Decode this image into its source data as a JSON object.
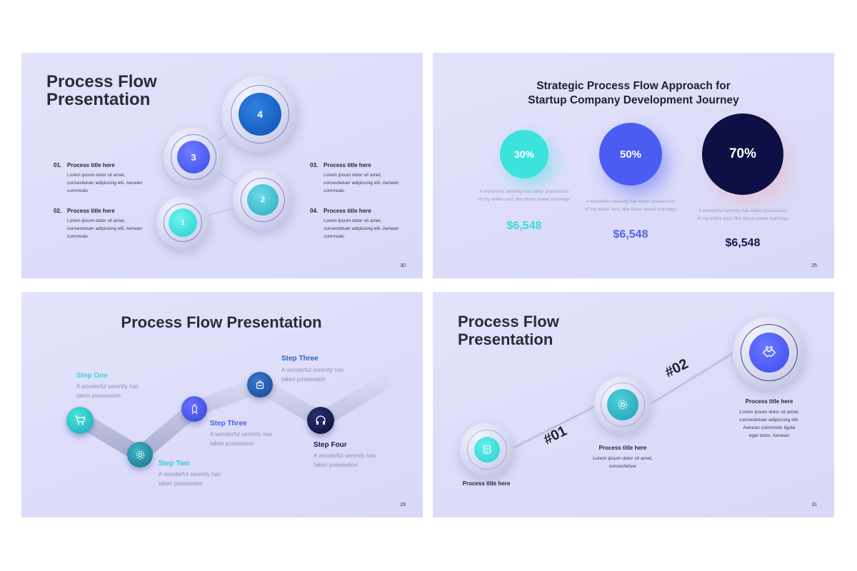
{
  "slide_a": {
    "title_line1": "Process Flow",
    "title_line2": "Presentation",
    "circles": [
      "1",
      "2",
      "3",
      "4"
    ],
    "items": [
      {
        "num": "01.",
        "title": "Process title here",
        "body": "Lorem ipsum dolor sit amet, consectetuer adipiscing elit. Aenean commodo"
      },
      {
        "num": "02.",
        "title": "Process title here",
        "body": "Lorem ipsum dolor sit amet, consectetuer adipiscing elit. Aenean commodo"
      },
      {
        "num": "03.",
        "title": "Process title here",
        "body": "Lorem ipsum dolor sit amet, consectetuer adipiscing elit. Aenean commodo"
      },
      {
        "num": "04.",
        "title": "Process title here",
        "body": "Lorem ipsum dolor sit amet, consectetuer adipiscing elit. Aenean commodo"
      }
    ],
    "page": "30"
  },
  "slide_b": {
    "title_line1": "Strategic Process Flow Approach for",
    "title_line2": "Startup Company Development Journey",
    "stats": [
      {
        "pct": "30%",
        "desc": "A wonderful serenity has taken possession of my entire soul, like these sweet mornings",
        "amount": "$6,548",
        "color": "#3be3dc",
        "amount_color": "#37dcd3"
      },
      {
        "pct": "50%",
        "desc": "A wonderful serenity has taken possession of my entire soul, like these sweet mornings",
        "amount": "$6,548",
        "color": "#4b5cf2",
        "amount_color": "#5360e8"
      },
      {
        "pct": "70%",
        "desc": "A wonderful serenity has taken possession of my entire soul, like these sweet mornings",
        "amount": "$6,548",
        "color": "#0d0f45",
        "amount_color": "#171a4e"
      }
    ],
    "page": "25"
  },
  "slide_c": {
    "title": "Process Flow Presentation",
    "steps": [
      {
        "title": "Step One",
        "body": "A wonderful serenity has taken possession",
        "color": "#3fd2d2",
        "icon": "cart-icon"
      },
      {
        "title": "Step Two",
        "body": "A wonderful serenity has taken possession",
        "color": "#3ec4d6",
        "icon": "gear-icon"
      },
      {
        "title": "Step Three",
        "body": "A wonderful serenity has taken possession",
        "color": "#4a58ea",
        "icon": "rocket-icon"
      },
      {
        "title": "Step Three",
        "body": "A wonderful serenity has taken possession",
        "color": "#2a63b8",
        "icon": "bag-icon"
      },
      {
        "title": "Step Four",
        "body": "A wonderful serenity has taken possession",
        "color": "#161a4f",
        "icon": "headphones-icon"
      }
    ],
    "page": "29"
  },
  "slide_d": {
    "title_line1": "Process Flow",
    "title_line2": "Presentation",
    "hash1": "#01",
    "hash2": "#02",
    "nodes": [
      {
        "title": "Process title here",
        "body": "",
        "icon": "document-icon"
      },
      {
        "title": "Process title here",
        "body": "Lorem ipsum dolor sit amet, consectetuer",
        "icon": "gear-cycle-icon"
      },
      {
        "title": "Process title here",
        "body": "Lorem ipsum dolor sit amet, consectetuer adipiscing elit. Aenean commodo ligula eget dolor. Aenean",
        "icon": "handshake-icon"
      }
    ],
    "page": "31"
  }
}
